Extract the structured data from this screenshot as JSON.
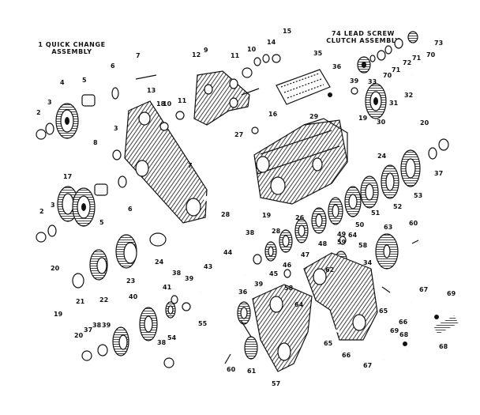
{
  "titles": {
    "quick_change": "1 QUICK CHANGE\nASSEMBLY",
    "lead_screw": "74 LEAD SCREW\nCLUTCH ASSEMBLY"
  },
  "callouts": [
    "1",
    "2",
    "3",
    "4",
    "5",
    "6",
    "7",
    "8",
    "9",
    "10",
    "11",
    "12",
    "13",
    "14",
    "15",
    "16",
    "17",
    "18",
    "19",
    "20",
    "21",
    "22",
    "23",
    "24",
    "26",
    "27",
    "28",
    "29",
    "30",
    "31",
    "32",
    "33",
    "34",
    "35",
    "36",
    "37",
    "38",
    "39",
    "40",
    "41",
    "43",
    "44",
    "45",
    "46",
    "47",
    "48",
    "49",
    "50",
    "51",
    "52",
    "53",
    "54",
    "55",
    "56",
    "57",
    "58",
    "59",
    "60",
    "61",
    "62",
    "63",
    "64",
    "65",
    "66",
    "67",
    "68",
    "69",
    "70",
    "71",
    "72",
    "73",
    "74"
  ],
  "labels": {
    "l_9": "9",
    "l_7a": "7",
    "l_6a": "6",
    "l_5a": "5",
    "l_4": "4",
    "l_3a": "3",
    "l_2a": "2",
    "l_12": "12",
    "l_13": "13",
    "l_11a": "11",
    "l_10a": "10",
    "l_14": "14",
    "l_15": "15",
    "l_10b": "10",
    "l_11b": "11",
    "l_35": "35",
    "l_36": "36",
    "l_16": "16",
    "l_27": "27",
    "l_7b": "7",
    "l_3b": "3",
    "l_8": "8",
    "l_17": "17",
    "l_6b": "6",
    "l_5b": "5",
    "l_2b": "2",
    "l_3c": "3",
    "l_18": "18",
    "l_28a": "28",
    "l_26": "26",
    "l_24a": "24",
    "l_19a": "19",
    "l_29": "29",
    "l_33": "33",
    "l_70a": "70",
    "l_71a": "71",
    "l_70b": "70",
    "l_71b": "71",
    "l_72": "72",
    "l_73": "73",
    "l_39a": "39",
    "l_31": "31",
    "l_32": "32",
    "l_30": "30",
    "l_20a": "20",
    "l_37a": "37",
    "l_53": "53",
    "l_52": "52",
    "l_51": "51",
    "l_50": "50",
    "l_49": "49",
    "l_59": "59",
    "l_48": "48",
    "l_47": "47",
    "l_46": "46",
    "l_45": "45",
    "l_58a": "58",
    "l_64a": "64",
    "l_34": "34",
    "l_63": "63",
    "l_60a": "60",
    "l_38a": "38",
    "l_39b": "39",
    "l_44": "44",
    "l_43": "43",
    "l_39c": "39",
    "l_38b": "38",
    "l_41": "41",
    "l_40": "40",
    "l_20b": "20",
    "l_21": "21",
    "l_22": "22",
    "l_23": "23",
    "l_24b": "24",
    "l_19b": "19",
    "l_36b": "36",
    "l_58b": "58",
    "l_64b": "64",
    "l_62": "62",
    "l_65a": "65",
    "l_66a": "66",
    "l_67a": "67",
    "l_69a": "69",
    "l_20c": "20",
    "l_37b": "37",
    "l_38c": "38",
    "l_39d": "39",
    "l_38d": "38",
    "l_54": "54",
    "l_55": "55",
    "l_57": "57",
    "l_56": "56",
    "l_60b": "60",
    "l_61": "61",
    "l_65b": "65",
    "l_66b": "66",
    "l_67b": "67",
    "l_69b": "69",
    "l_68": "68",
    "l_24c": "24"
  }
}
